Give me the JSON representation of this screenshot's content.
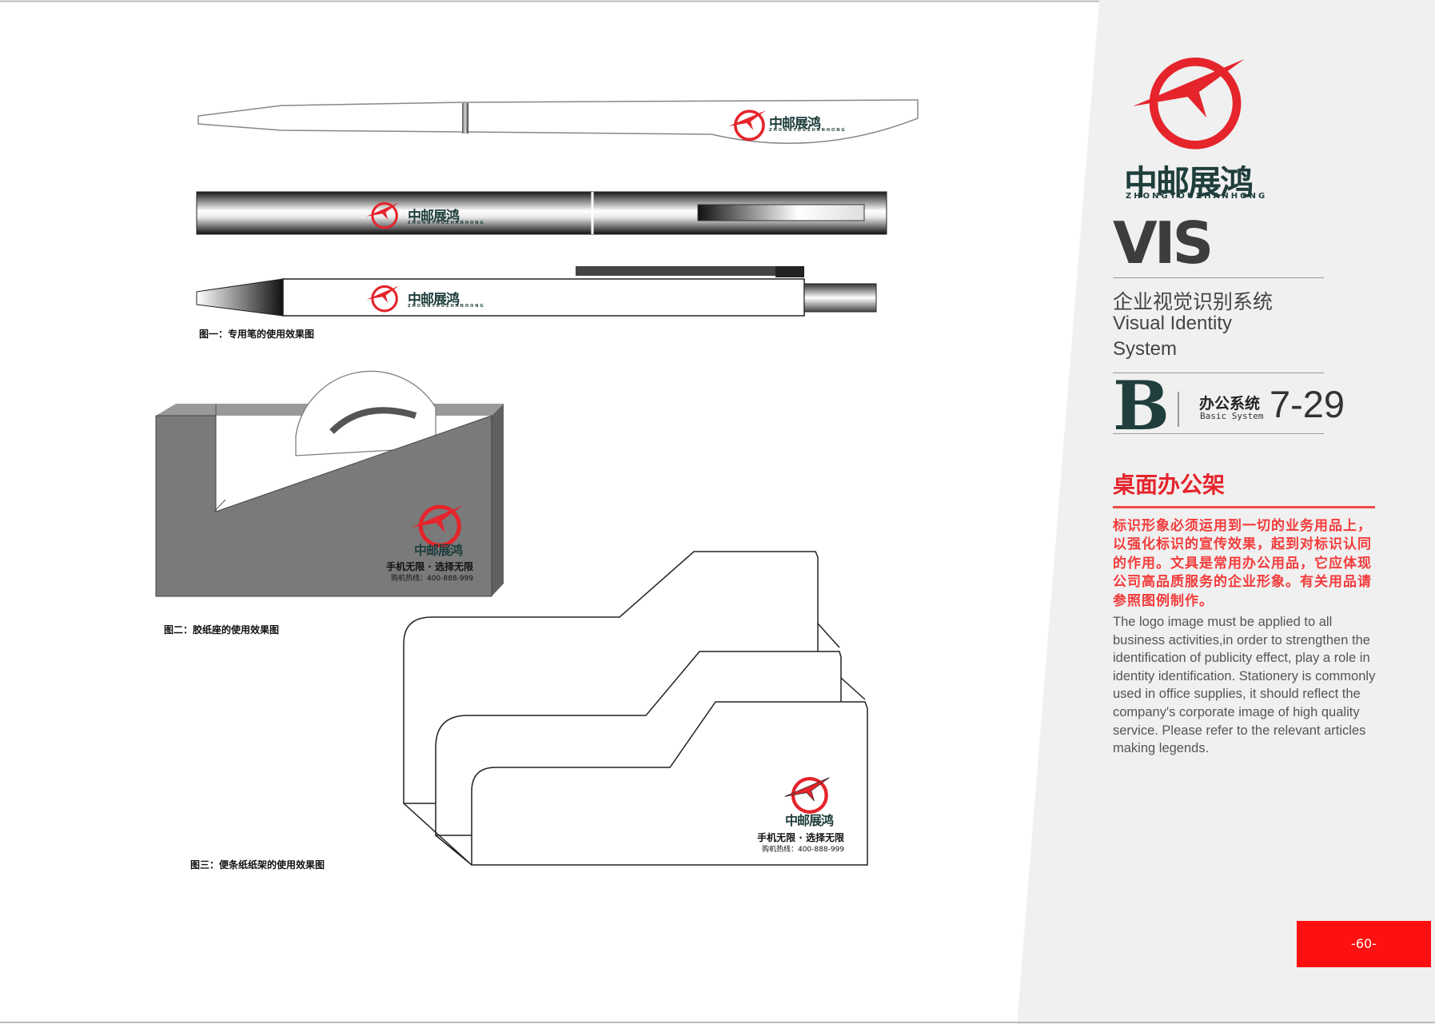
{
  "brand": {
    "name_cn": "中邮展鸿",
    "name_pinyin": "ZHONGYOUZHANHONG",
    "slogan": "手机无限 · 选择无限",
    "hotline": "购机热线：400-888-999"
  },
  "captions": {
    "fig1": "图一：专用笔的使用效果图",
    "fig2": "图二：胶纸座的使用效果图",
    "fig3": "图三：便条纸纸架的使用效果图"
  },
  "sidebar": {
    "vis": "VIS",
    "title_cn": "企业视觉识别系统",
    "title_en": "Visual Identity System",
    "section_letter": "B",
    "section_cn": "办公系统",
    "section_en": "Basic System",
    "section_number": "7-29",
    "item_title": "桌面办公架",
    "body_cn": "标识形象必须运用到一切的业务用品上，以强化标识的宣传效果，起到对标识认同的作用。文具是常用办公用品，它应体现公司高品质服务的企业形象。有关用品请参照图例制作。",
    "body_en": "The logo image must be applied to all business activities,in order to strengthen the identification of publicity effect, play a role in identity identification. Stationery is commonly used in office supplies, it should reflect the company's corporate image of high quality service. Please refer to the relevant articles making legends.",
    "page": "-60-"
  },
  "colors": {
    "brand_red": "#e5242b",
    "brand_dark": "#1f3e3c",
    "sidebar_bg": "#f0f0f0",
    "page_tab": "#ff1010",
    "dispenser_gray": "#7a7a7a"
  }
}
